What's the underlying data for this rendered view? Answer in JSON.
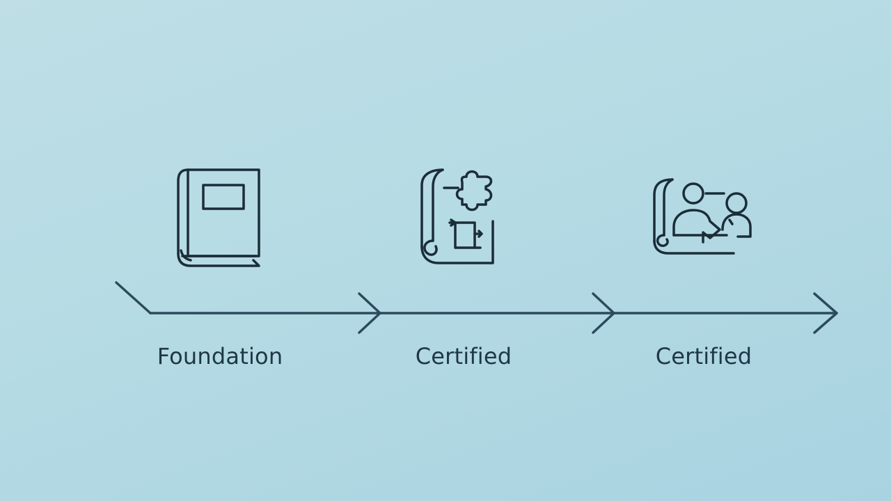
{
  "diagram": {
    "type": "progression-timeline",
    "colors": {
      "background": "#b5dbe4",
      "stroke": "#1b2d38",
      "timeline": "#2c4a5c",
      "label_text": "#1f3745"
    },
    "stages": [
      {
        "label": "Foundation",
        "icon": "book-icon"
      },
      {
        "label": "Certified",
        "icon": "blueprint-scroll-icon"
      },
      {
        "label": "Certified",
        "icon": "presenter-scroll-icon"
      }
    ]
  }
}
